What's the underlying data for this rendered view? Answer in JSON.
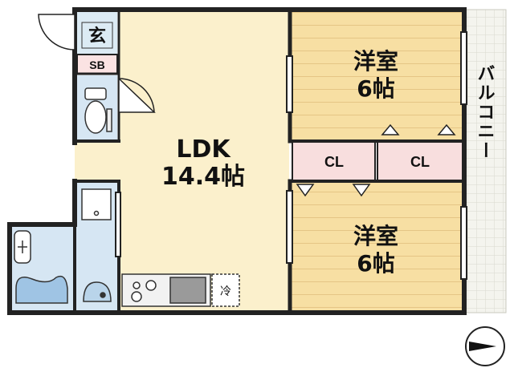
{
  "floorplan": {
    "rooms": {
      "ldk": {
        "name": "LDK",
        "size": "14.4帖"
      },
      "bedroom_north": {
        "name": "洋室",
        "size": "6帖"
      },
      "bedroom_south": {
        "name": "洋室",
        "size": "6帖"
      },
      "closet_left": {
        "name": "CL"
      },
      "closet_right": {
        "name": "CL"
      },
      "entrance": {
        "name": "玄"
      },
      "shoe_box": {
        "name": "SB"
      },
      "balcony": {
        "name": "バルコニー"
      },
      "fridge": {
        "name": "冷"
      }
    },
    "compass_icon": "north-arrow-icon",
    "colors": {
      "ldk_floor": "#fbf0cc",
      "bedroom_floor": "#f7dfa3",
      "bedroom_lines": "#e9c98a",
      "closet": "#f8dede",
      "wet_area": "#d6e6f3",
      "balcony": "#f2f2ec",
      "wall": "#222222"
    }
  }
}
